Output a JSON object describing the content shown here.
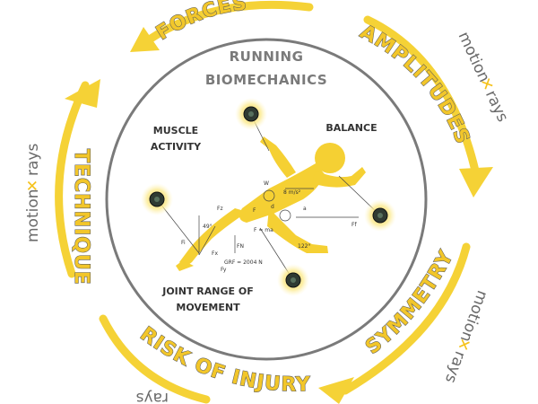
{
  "center": {
    "title_line1": "RUNNING",
    "title_line2": "BIOMECHANICS",
    "muscle_line1": "MUSCLE",
    "muscle_line2": "ACTIVITY",
    "balance": "BALANCE",
    "joint_line1": "JOINT RANGE OF",
    "joint_line2": "MOVEMENT"
  },
  "ring_labels": {
    "forces": "FORCES",
    "amplitudes": "AMPLITUDES",
    "symmetry": "SYMMETRY",
    "risk": "RISK OF INJURY",
    "technique": "TECHNIQUE"
  },
  "brand": {
    "word1": "motion",
    "word2": "rays"
  },
  "annotations": {
    "angle_49": "49°",
    "angle_122": "122°",
    "accel": "8 m/s²",
    "f_ma": "F = ma",
    "grf": "GRF = 2004 N",
    "fz": "Fz",
    "fx": "Fx",
    "fy": "Fy",
    "fn": "FN",
    "ff": "Ff",
    "fi": "Fi",
    "w": "W",
    "d": "d",
    "f": "F",
    "a": "a"
  },
  "colors": {
    "accent": "#f5d033",
    "arrow": "#f5d236",
    "circle": "#7a7a7a",
    "text_dark": "#333333"
  }
}
